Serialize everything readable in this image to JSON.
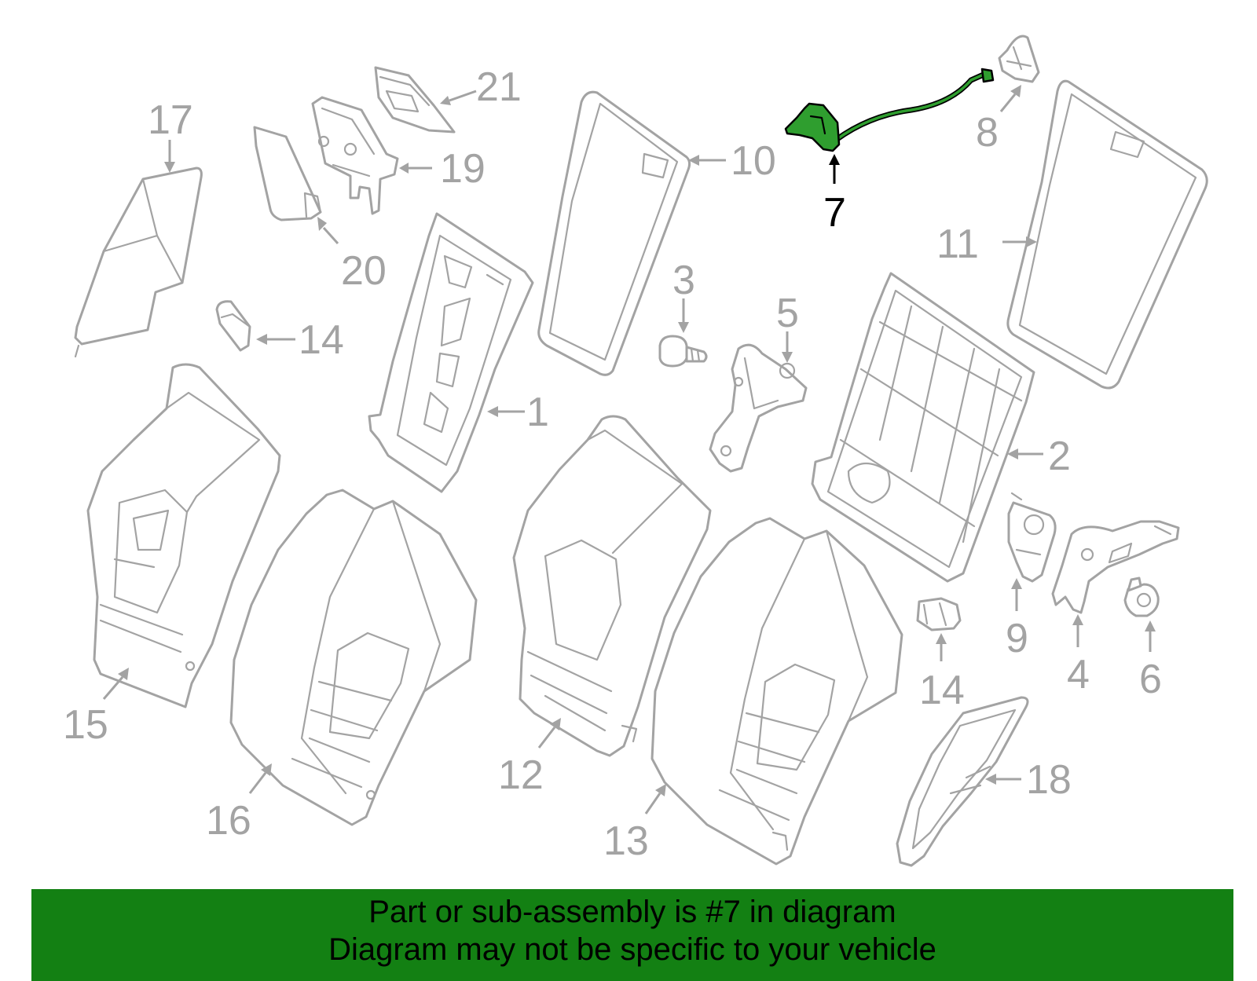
{
  "callouts": {
    "c1": "1",
    "c2": "2",
    "c3": "3",
    "c4": "4",
    "c5": "5",
    "c6": "6",
    "c7": "7",
    "c8": "8",
    "c9": "9",
    "c10": "10",
    "c11": "11",
    "c12": "12",
    "c13": "13",
    "c14a": "14",
    "c14b": "14",
    "c15": "15",
    "c16": "16",
    "c17": "17",
    "c18": "18",
    "c19": "19",
    "c20": "20",
    "c21": "21"
  },
  "highlighted_part": "7",
  "colors": {
    "line_art": "#a3a3a3",
    "highlight_fill": "#2f9e2f",
    "banner_background": "#138013",
    "banner_text": "#000000"
  },
  "banner": {
    "line1": "Part or sub-assembly is #7 in diagram",
    "line2": "Diagram may not be specific to your vehicle"
  }
}
